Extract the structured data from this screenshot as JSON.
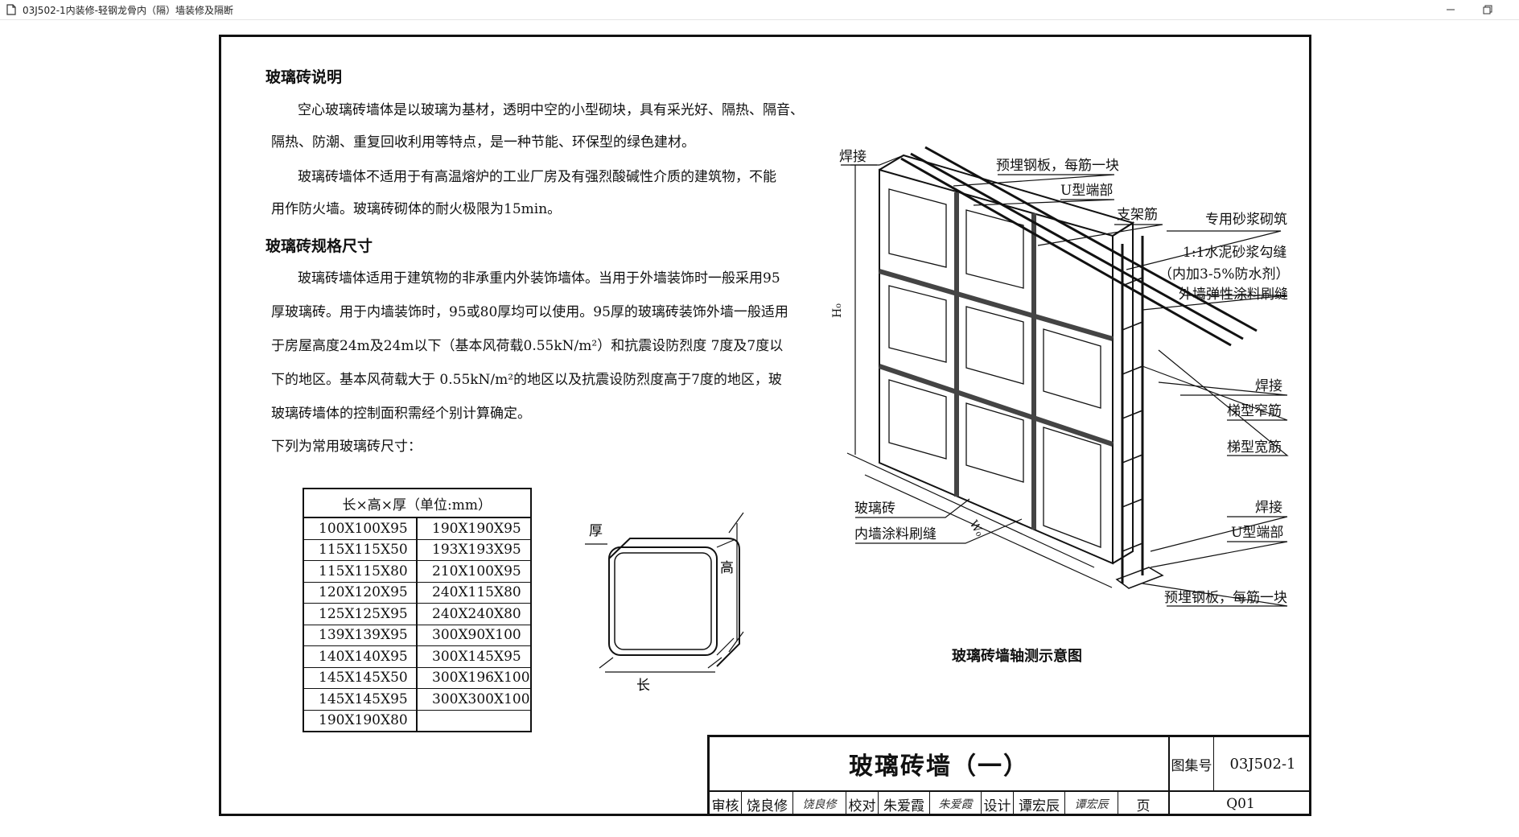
{
  "window": {
    "title": "03J502-1内装修-轻钢龙骨内（隔）墙装修及隔断",
    "icon": "app-document-icon"
  },
  "sections": {
    "heading1": "玻璃砖说明",
    "p1_line1": "空心玻璃砖墙体是以玻璃为基材，透明中空的小型砌块，具有采光好、隔热、隔音、",
    "p1_line2": "隔热、防潮、重复回收利用等特点，是一种节能、环保型的绿色建材。",
    "p2_line1": "玻璃砖墙体不适用于有高温熔炉的工业厂房及有强烈酸碱性介质的建筑物，不能",
    "p2_line2": "用作防火墙。玻璃砖砌体的耐火极限为15min。",
    "heading2": "玻璃砖规格尺寸",
    "p3_line1": "玻璃砖墙体适用于建筑物的非承重内外装饰墙体。当用于外墙装饰时一般采用95",
    "p3_line2": "厚玻璃砖。用于内墙装饰时，95或80厚均可以使用。95厚的玻璃砖装饰外墙一般适用",
    "p3_line3": "于房屋高度24m及24m以下（基本风荷载0.55kN/m²）和抗震设防烈度 7度及7度以",
    "p3_line4": "下的地区。基本风荷载大于 0.55kN/m²的地区以及抗震设防烈度高于7度的地区，玻",
    "p3_line5": "玻璃砖墙体的控制面积需经个别计算确定。",
    "p4": "下列为常用玻璃砖尺寸："
  },
  "table": {
    "header": "长×高×厚（单位:mm）",
    "rows": [
      [
        "100X100X95",
        "190X190X95"
      ],
      [
        "115X115X50",
        "193X193X95"
      ],
      [
        "115X115X80",
        "210X100X95"
      ],
      [
        "120X120X95",
        "240X115X80"
      ],
      [
        "125X125X95",
        "240X240X80"
      ],
      [
        "139X139X95",
        "300X90X100"
      ],
      [
        "140X140X95",
        "300X145X95"
      ],
      [
        "145X145X50",
        "300X196X100"
      ],
      [
        "145X145X95",
        "300X300X100"
      ],
      [
        "190X190X80",
        ""
      ]
    ]
  },
  "block_diagram": {
    "thickness": "厚",
    "height": "高",
    "length": "长"
  },
  "iso_diagram": {
    "caption": "玻璃砖墙轴测示意图",
    "labels": {
      "weld_top": "焊接",
      "embedded_plate_top": "预埋钢板，每筋一块",
      "u_end_top": "U型端部",
      "support_bar": "支架筋",
      "mortar": "专用砂浆砌筑",
      "cement_joint1": "1:1水泥砂浆勾缝",
      "cement_joint2": "（内加3-5%防水剂）",
      "exterior_coating": "外墙弹性涂料刷缝",
      "weld_mid": "焊接",
      "ladder_narrow": "梯型窄筋",
      "ladder_wide": "梯型宽筋",
      "weld_bottom": "焊接",
      "u_end_bottom": "U型端部",
      "embedded_plate_bottom": "预埋钢板，每筋一块",
      "glass_brick": "玻璃砖",
      "interior_coating": "内墙涂料刷缝",
      "h0": "H₀",
      "w0": "W₀"
    }
  },
  "title_block": {
    "title": "玻璃砖墙（一）",
    "atlas_label": "图集号",
    "atlas_no": "03J502-1",
    "review_label": "审核",
    "reviewer": "饶良修",
    "reviewer_sig": "饶良修",
    "check_label": "校对",
    "checker": "朱爱霞",
    "checker_sig": "朱爱霞",
    "design_label": "设计",
    "designer": "谭宏辰",
    "designer_sig": "谭宏辰",
    "page_label": "页",
    "page_no": "Q01"
  }
}
